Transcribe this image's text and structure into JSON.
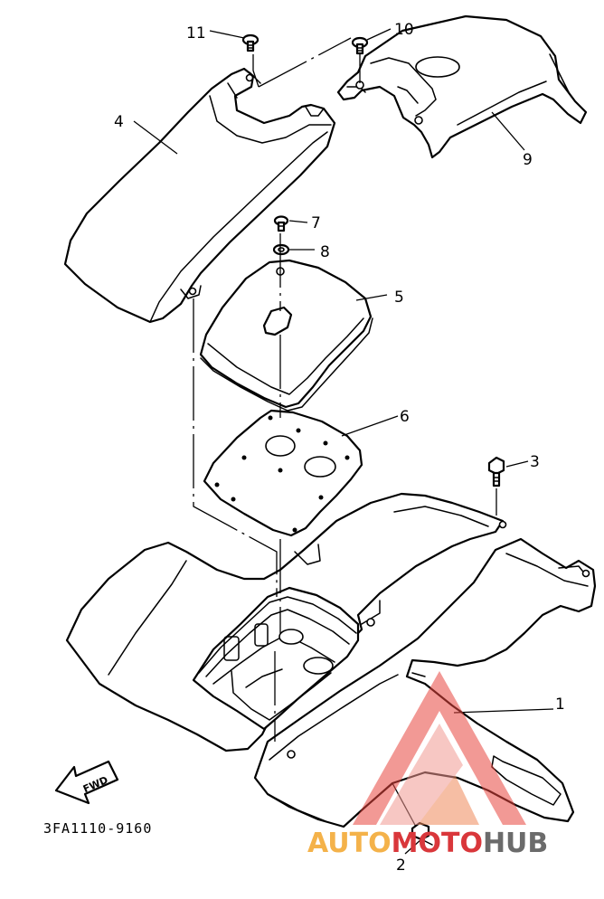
{
  "callouts": [
    {
      "id": "1",
      "label": "1"
    },
    {
      "id": "2",
      "label": "2"
    },
    {
      "id": "3",
      "label": "3"
    },
    {
      "id": "4",
      "label": "4"
    },
    {
      "id": "5",
      "label": "5"
    },
    {
      "id": "6",
      "label": "6"
    },
    {
      "id": "7",
      "label": "7"
    },
    {
      "id": "8",
      "label": "8"
    },
    {
      "id": "9",
      "label": "9"
    },
    {
      "id": "10",
      "label": "10"
    },
    {
      "id": "11",
      "label": "11"
    }
  ],
  "fwd_label": "FWD",
  "diagram_code": "3FA1110-9160",
  "watermark": {
    "part1": "AUTO",
    "part2": "MOTO",
    "part3": "HUB",
    "color_auto": "#f4b24a",
    "color_moto": "#d9373b",
    "color_hub": "#6b6b6b",
    "logo_icon": "triangle-logo-icon"
  }
}
